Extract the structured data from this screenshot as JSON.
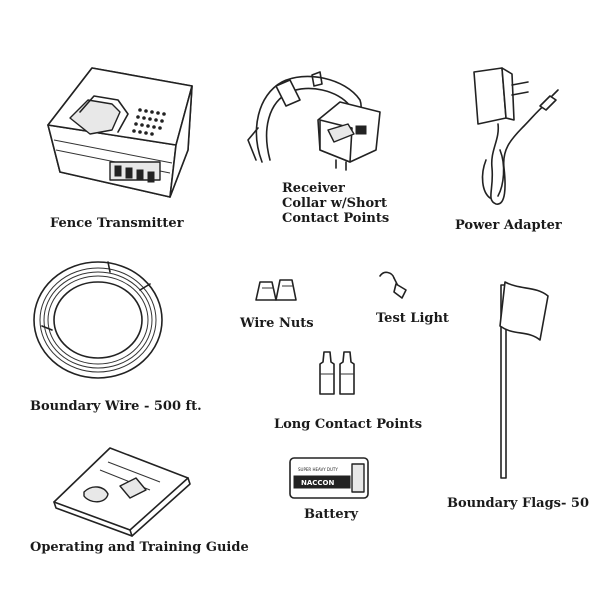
{
  "items": {
    "fence_transmitter": {
      "label": "Fence Transmitter",
      "icon": "fence-transmitter-icon"
    },
    "receiver_collar": {
      "label_lines": [
        "Receiver",
        "Collar w/Short",
        "Contact Points"
      ],
      "icon": "receiver-collar-icon"
    },
    "power_adapter": {
      "label": "Power  Adapter",
      "icon": "power-adapter-icon"
    },
    "boundary_wire": {
      "label": "Boundary Wire - 500 ft.",
      "icon": "wire-coil-icon"
    },
    "wire_nuts": {
      "label": "Wire Nuts",
      "icon": "wire-nuts-icon"
    },
    "test_light": {
      "label": "Test Light",
      "icon": "test-light-icon"
    },
    "boundary_flags": {
      "label": "Boundary Flags- 50",
      "icon": "boundary-flag-icon"
    },
    "long_contact_points": {
      "label": "Long Contact Points",
      "icon": "long-contact-points-icon"
    },
    "battery": {
      "label": "Battery",
      "icon": "battery-icon",
      "print_small": "SUPER HEAVY DUTY",
      "print_brand": "NACCON"
    },
    "guide": {
      "label": "Operating and  Training Guide",
      "icon": "guide-booklet-icon"
    }
  }
}
